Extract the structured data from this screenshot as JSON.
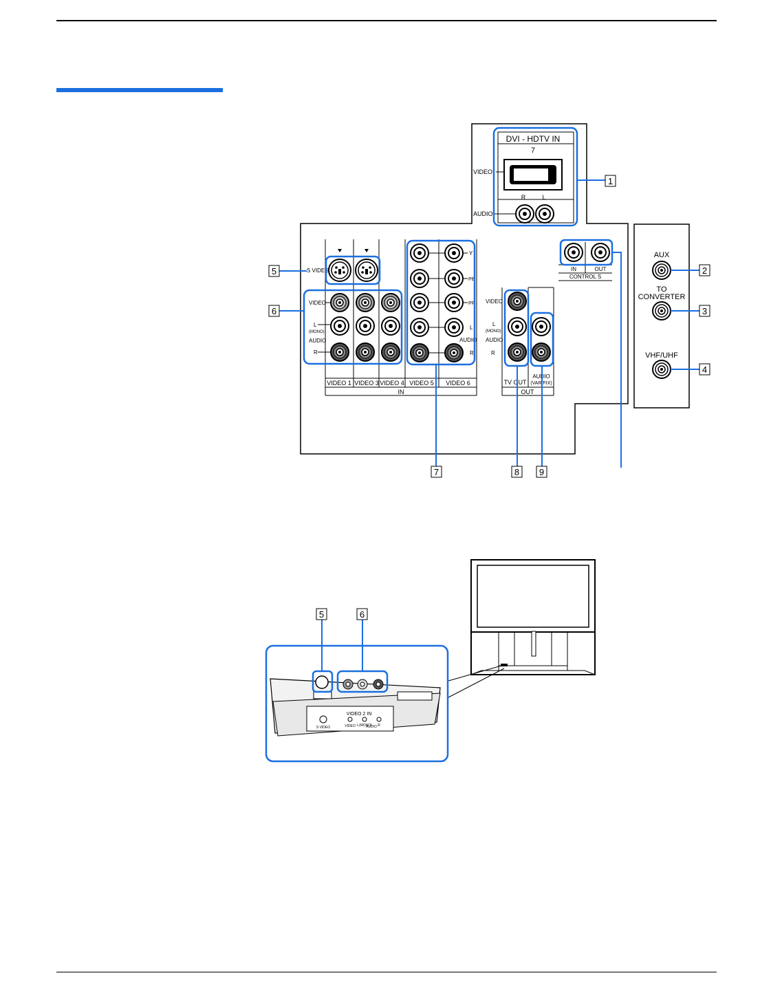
{
  "rear_panel": {
    "dvi_title": "DVI - HDTV IN",
    "dvi_number": "7",
    "dvi_video": "VIDEO",
    "dvi_audio": "AUDIO",
    "dvi_r": "R",
    "dvi_l": "L",
    "svideo": "S VIDEO",
    "video": "VIDEO",
    "l": "L",
    "mono": "(MONO)",
    "audio": "AUDIO",
    "r": "R",
    "y": "Y",
    "pb": "PB",
    "pr": "PR",
    "col_video1": "VIDEO 1",
    "col_video3": "VIDEO 3",
    "col_video4": "VIDEO 4",
    "col_video5": "VIDEO 5",
    "col_video6": "VIDEO 6",
    "in": "IN",
    "tv_out": "TV OUT",
    "audio_varfix_1": "AUDIO",
    "audio_varfix_2": "(VAR/FIX)",
    "out": "OUT",
    "ctrl_in": "IN",
    "ctrl_out": "OUT",
    "control_s": "CONTROL S",
    "aux": "AUX",
    "to": "TO",
    "converter": "CONVERTER",
    "vhf_uhf": "VHF/UHF"
  },
  "callouts": [
    "1",
    "2",
    "3",
    "4",
    "5",
    "6",
    "7",
    "8",
    "9"
  ],
  "front_panel": {
    "callout_5": "5",
    "callout_6": "6",
    "video2_in": "VIDEO 2 IN",
    "svideo": "S VIDEO",
    "video": "VIDEO",
    "l_mono": "L(MONO)",
    "audio": "AUDIO",
    "r": "R"
  },
  "colors": {
    "accent": "#1a6fe0",
    "callout_box": "#0d4aa8",
    "line": "#000000"
  }
}
